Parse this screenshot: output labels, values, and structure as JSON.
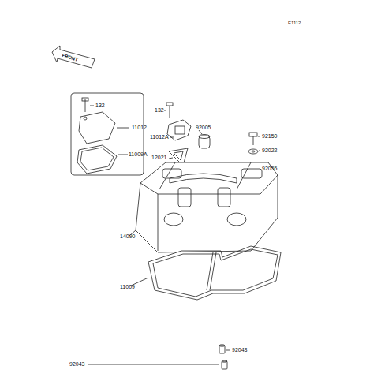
{
  "diagram": {
    "labels": [
      "E1112",
      "FRONT",
      "132",
      "11012",
      "11009A",
      "132",
      "11012A",
      "92005",
      "12021",
      "92150",
      "92022",
      "92055",
      "14090",
      "11009",
      "92043",
      "92043"
    ]
  }
}
